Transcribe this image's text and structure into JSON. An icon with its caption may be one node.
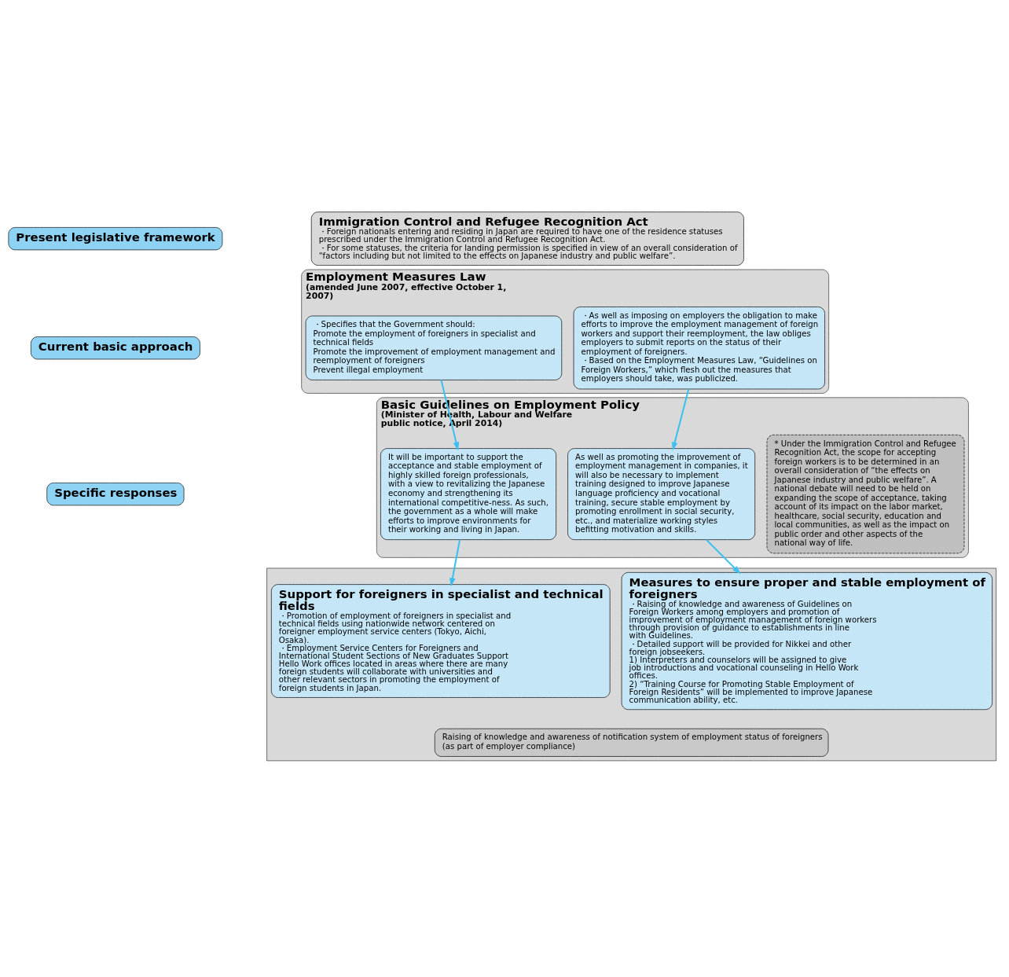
{
  "diagram": {
    "nodes": [
      {
        "text": [
          "Present legislative framework"
        ]
      },
      {
        "text": [
          "Current basic approach"
        ]
      },
      {
        "text": [
          "Specific responses"
        ]
      },
      {
        "text": [
          "Immigration Control and Refugee Recognition Act",
          "・Foreign nationals entering and residing in Japan are required to have one of the residence statuses prescribed under the Immigration Control and Refugee Recognition Act.",
          "・For some statuses, the criteria for landing permission is specified in view of an overall consideration of “factors including but not limited to the effects on Japanese industry and public welfare”."
        ]
      },
      {
        "text": [
          "Employment Measures Law",
          "(amended June 2007, effective October 1, 2007)"
        ]
      },
      {
        "text": [
          "・Specifies that the Government should:",
          "Promote the employment of foreigners in specialist and technical fields",
          "Promote the improvement of employment management and reemployment of foreigners",
          "Prevent illegal employment"
        ],
        "in": 4
      },
      {
        "text": [
          "・As well as imposing on employers the obligation to make efforts to improve the employment management of foreign workers and support their reemployment, the law obliges employers to submit reports on the status of their employment of foreigners.",
          "・Based on the Employment Measures Law, “Guidelines on Foreign Workers,” which flesh out the measures that employers should take, was publicized."
        ],
        "in": 4
      },
      {
        "text": [
          "Basic Guidelines on Employment Policy",
          "(Minister of Health, Labour and Welfare public notice, April 2014)"
        ]
      },
      {
        "text": [
          "It will be important to support the acceptance and stable employment of highly skilled foreign professionals, with a view to revitalizing the Japanese economy and strengthening its international competitive-ness. As such, the government as a whole will make efforts to improve environments for their working and living in Japan."
        ],
        "in": 7
      },
      {
        "text": [
          "As well as promoting the improvement of employment management in companies, it will also be necessary to implement training designed to improve Japanese language proficiency and vocational training, secure stable employment by promoting enrollment in social security, etc., and materialize working styles befitting motivation and skills."
        ],
        "in": 7
      },
      {
        "text": [
          "* Under the Immigration Control and Refugee Recognition Act, the scope for accepting foreign workers is to be determined in an overall consideration of “the effects on Japanese industry and public welfare”. A national debate will need to be held on expanding the scope of acceptance, taking account of its impact on the labor market, healthcare, social security, education and local communities, as well as the impact on public order and other aspects of the national way of life."
        ],
        "in": 7
      },
      {
        "text": [],
        "shape": "box"
      },
      {
        "text": [
          "Support for foreigners in specialist and technical fields",
          "・Promotion of employment of foreigners in specialist and technical fields using nationwide network centered on foreigner employment service centers (Tokyo, Aichi, Osaka).",
          "・Employment Service Centers for Foreigners and International Student Sections of New Graduates Support Hello Work offices located in areas where there are many foreign students will collaborate with universities and other relevant sectors in promoting the employment of foreign students in Japan."
        ],
        "in": 11
      },
      {
        "text": [
          "Measures to ensure proper and stable employment of foreigners",
          "・Raising of knowledge and awareness of Guidelines on Foreign Workers among employers and promotion of improvement of employment management of foreign workers through provision of guidance to establishments in line with Guidelines.",
          "・Detailed support will be provided for Nikkei and other foreign jobseekers.",
          "1) Interpreters and counselors will be assigned to give job introductions and vocational counseling in Hello Work offices.",
          "2) “Training Course for Promoting Stable Employment of Foreign Residents” will be implemented to improve Japanese communication ability, etc."
        ],
        "in": 11
      },
      {
        "text": [
          "Raising of knowledge and awareness of notification system of employment status of foreigners",
          "(as part of employer compliance)"
        ],
        "in": 11
      }
    ],
    "edges": [
      {
        "from": 5,
        "to": 8,
        "arrow": "to"
      },
      {
        "from": 6,
        "to": 9,
        "arrow": "to"
      },
      {
        "from": 8,
        "to": 12,
        "arrow": "to"
      },
      {
        "from": 9,
        "to": 13,
        "arrow": "to"
      }
    ]
  }
}
